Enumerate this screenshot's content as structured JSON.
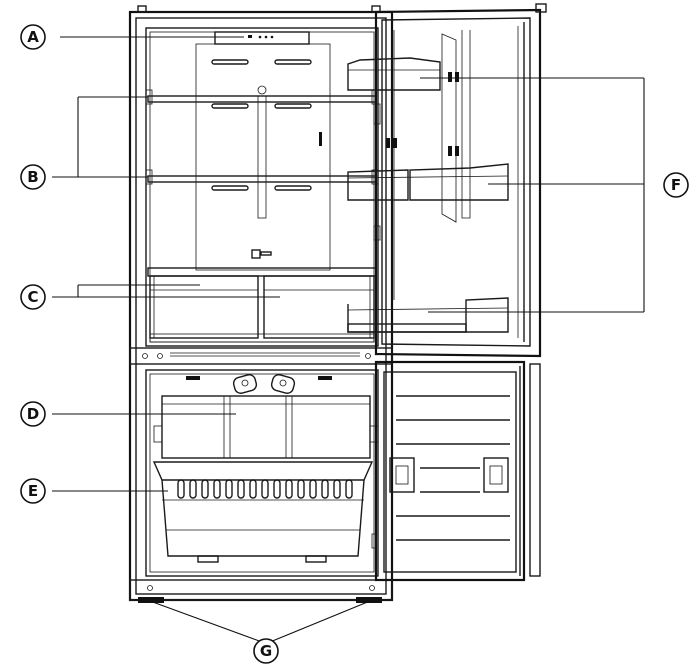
{
  "callouts": [
    {
      "id": "A",
      "label": "A"
    },
    {
      "id": "B",
      "label": "B"
    },
    {
      "id": "C",
      "label": "C"
    },
    {
      "id": "D",
      "label": "D"
    },
    {
      "id": "E",
      "label": "E"
    },
    {
      "id": "F",
      "label": "F"
    },
    {
      "id": "G",
      "label": "G"
    }
  ],
  "colors": {
    "line": "#1a1a1a",
    "background": "#ffffff"
  }
}
